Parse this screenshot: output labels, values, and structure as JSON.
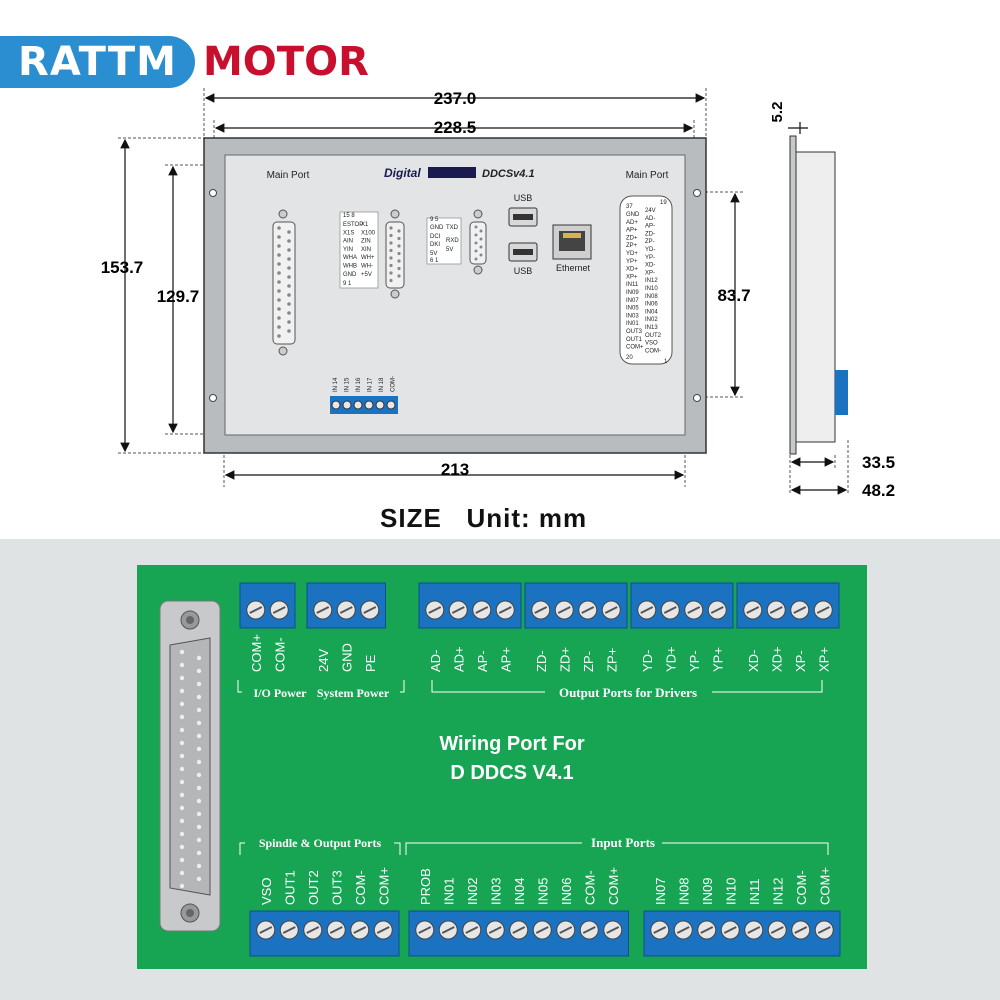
{
  "brand": {
    "left": "RATTM",
    "right": "MOTOR"
  },
  "dimensions": {
    "w_total": "237.0",
    "w_inner": "228.5",
    "h_total": "153.7",
    "h_inner": "129.7",
    "h_screw": "83.7",
    "w_bottom": "213",
    "depth_front": "5.2",
    "depth_mid": "33.5",
    "depth_total": "48.2"
  },
  "size_title": "SIZE   Unit: mm",
  "controller": {
    "main_port_left": "Main Port",
    "main_port_right": "Main Port",
    "logo": "Digital",
    "model": "DDCSv4.1",
    "usb_top": "USB",
    "usb_bottom": "USB",
    "ethernet": "Ethernet",
    "left_port_pins": [
      "ESTOP",
      "X1",
      "X1S",
      "X100",
      "AIN",
      "ZIN",
      "YIN",
      "XIN",
      "WHA",
      "WH+",
      "WHB",
      "WH-",
      "GND",
      "+5V"
    ],
    "left_port_top": "15      8",
    "left_port_bottom": "9       1",
    "serial_pins": [
      "GND",
      "TXD",
      "DCI",
      "RXD",
      "DKI",
      "5V",
      "5V"
    ],
    "serial_top": "9        5",
    "serial_bottom": "6        1",
    "right_port_left": [
      "GND",
      "AD+",
      "AP+",
      "ZD+",
      "ZP+",
      "YD+",
      "YP+",
      "XD+",
      "XP+",
      "IN11",
      "IN09",
      "IN07",
      "IN05",
      "IN03",
      "IN01",
      "OUT3",
      "OUT1",
      "COM+"
    ],
    "right_port_right": [
      "24V",
      "AD-",
      "AP-",
      "ZD-",
      "ZP-",
      "YD-",
      "YP-",
      "XD-",
      "XP-",
      "IN12",
      "IN10",
      "IN08",
      "IN06",
      "IN04",
      "IN02",
      "IN13",
      "OUT2",
      "VSO",
      "COM-"
    ],
    "right_port_top_l": "37",
    "right_port_top_r": "19",
    "right_port_bot_l": "20",
    "right_port_bot_r": "1",
    "bottom_terminal": [
      "IN 14",
      "IN 15",
      "IN 16",
      "IN 17",
      "IN 18",
      "COM-"
    ]
  },
  "board": {
    "title_line1": "Wiring Port For",
    "title_line2": "D DDCS V4.1",
    "io_power": "I/O Power",
    "system_power": "System Power",
    "output_ports_title": "Output Ports for Drivers",
    "spindle_title": "Spindle & Output Ports",
    "input_title": "Input Ports",
    "top_labels": [
      "COM+",
      "COM-",
      "24V",
      "GND",
      "PE",
      "AD-",
      "AD+",
      "AP-",
      "AP+",
      "ZD-",
      "ZD+",
      "ZP-",
      "ZP+",
      "YD-",
      "YD+",
      "YP-",
      "YP+",
      "XD-",
      "XD+",
      "XP-",
      "XP+"
    ],
    "bottom_labels": [
      "VSO",
      "OUT1",
      "OUT2",
      "OUT3",
      "COM-",
      "COM+",
      "PROB",
      "IN01",
      "IN02",
      "IN03",
      "IN04",
      "IN05",
      "IN06",
      "COM-",
      "COM+",
      "IN07",
      "IN08",
      "IN09",
      "IN10",
      "IN11",
      "IN12",
      "COM-",
      "COM+"
    ]
  },
  "colors": {
    "brand_blue": "#2a8ed0",
    "brand_red": "#c8102e",
    "board_green": "#17a553",
    "terminal_blue": "#1b72c0"
  }
}
